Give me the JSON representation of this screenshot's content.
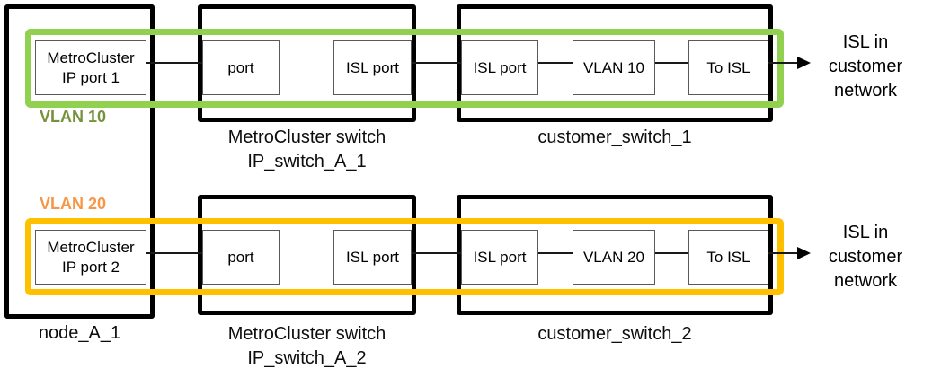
{
  "colors": {
    "vlan10": {
      "line": "#92D050",
      "text": "#76923C"
    },
    "vlan20": {
      "line": "#FFC000",
      "text": "#F79646"
    },
    "outer_box_border": "#000000",
    "inner_box_border": "#595959",
    "connector": "#1a1a1a"
  },
  "node": {
    "label": "node_A_1"
  },
  "rows": [
    {
      "vlan_label": "VLAN 10",
      "node_port_label": "MetroCluster IP port 1",
      "mc_switch": {
        "port": "port",
        "isl_port": "ISL port",
        "caption_line1": "MetroCluster switch",
        "caption_line2": "IP_switch_A_1"
      },
      "customer_switch": {
        "isl_port": "ISL port",
        "vlan": "VLAN 10",
        "to_isl": "To ISL",
        "caption": "customer_switch_1"
      },
      "isl_note": {
        "line1": "ISL in",
        "line2": "customer",
        "line3": "network"
      }
    },
    {
      "vlan_label": "VLAN 20",
      "node_port_label": "MetroCluster IP port 2",
      "mc_switch": {
        "port": "port",
        "isl_port": "ISL port",
        "caption_line1": "MetroCluster switch",
        "caption_line2": "IP_switch_A_2"
      },
      "customer_switch": {
        "isl_port": "ISL port",
        "vlan": "VLAN 20",
        "to_isl": "To ISL",
        "caption": "customer_switch_2"
      },
      "isl_note": {
        "line1": "ISL in",
        "line2": "customer",
        "line3": "network"
      }
    }
  ]
}
